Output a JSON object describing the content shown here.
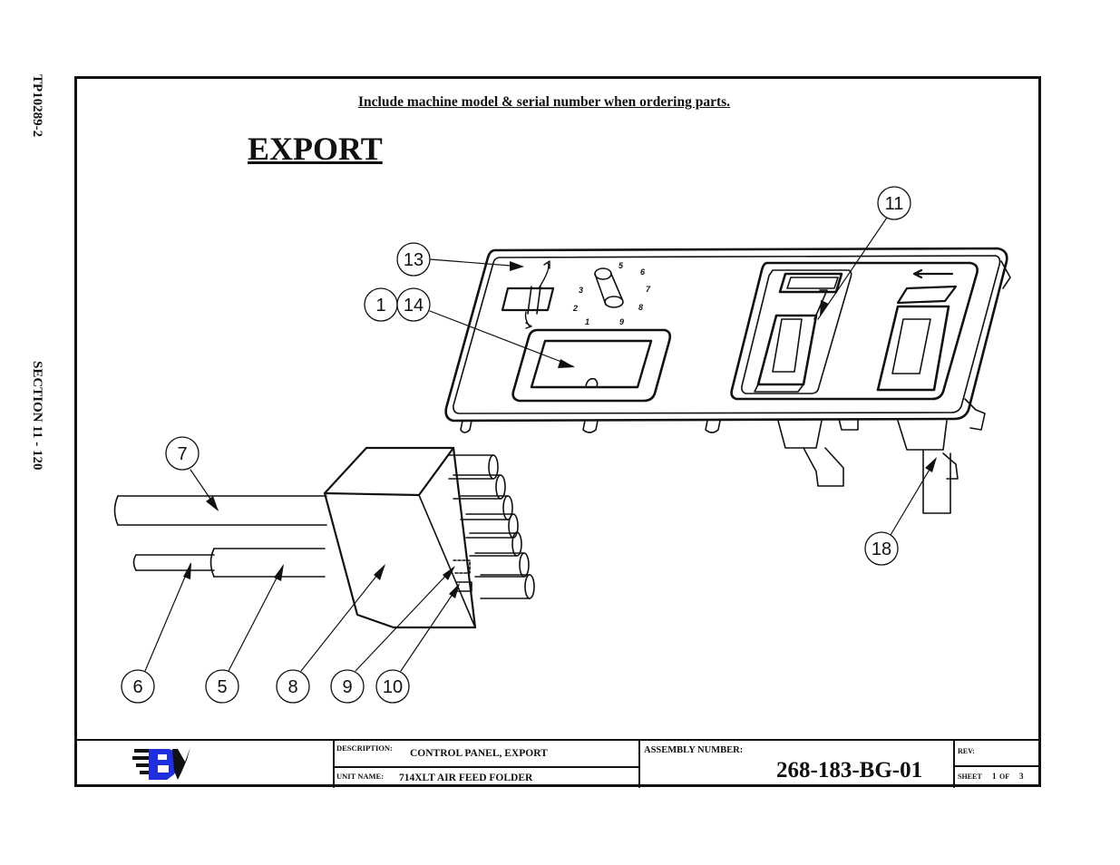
{
  "margin": {
    "top_code": "TP10289-2",
    "section": "SECTION 11 - 120"
  },
  "note": "Include machine model & serial number when ordering parts.",
  "title": "EXPORT",
  "callouts": {
    "c13": "13",
    "c1": "1",
    "c14": "14",
    "c11": "11",
    "c7": "7",
    "c6": "6",
    "c5": "5",
    "c8": "8",
    "c9": "9",
    "c10": "10",
    "c18": "18"
  },
  "dial_numbers": [
    "1",
    "2",
    "3",
    "5",
    "6",
    "7",
    "8",
    "9"
  ],
  "title_block": {
    "description_label": "DESCRIPTION:",
    "description": "CONTROL PANEL, EXPORT",
    "unit_label": "UNIT NAME:",
    "unit": "714XLT AIR FEED FOLDER",
    "assembly_label": "ASSEMBLY NUMBER:",
    "assembly_number": "268-183-BG-01",
    "rev_label": "REV:",
    "sheet_label": "SHEET",
    "sheet_num": "1",
    "sheet_of": "OF",
    "sheet_total": "3"
  },
  "colors": {
    "logo_blue": "#1f2fe0",
    "line": "#111111"
  }
}
